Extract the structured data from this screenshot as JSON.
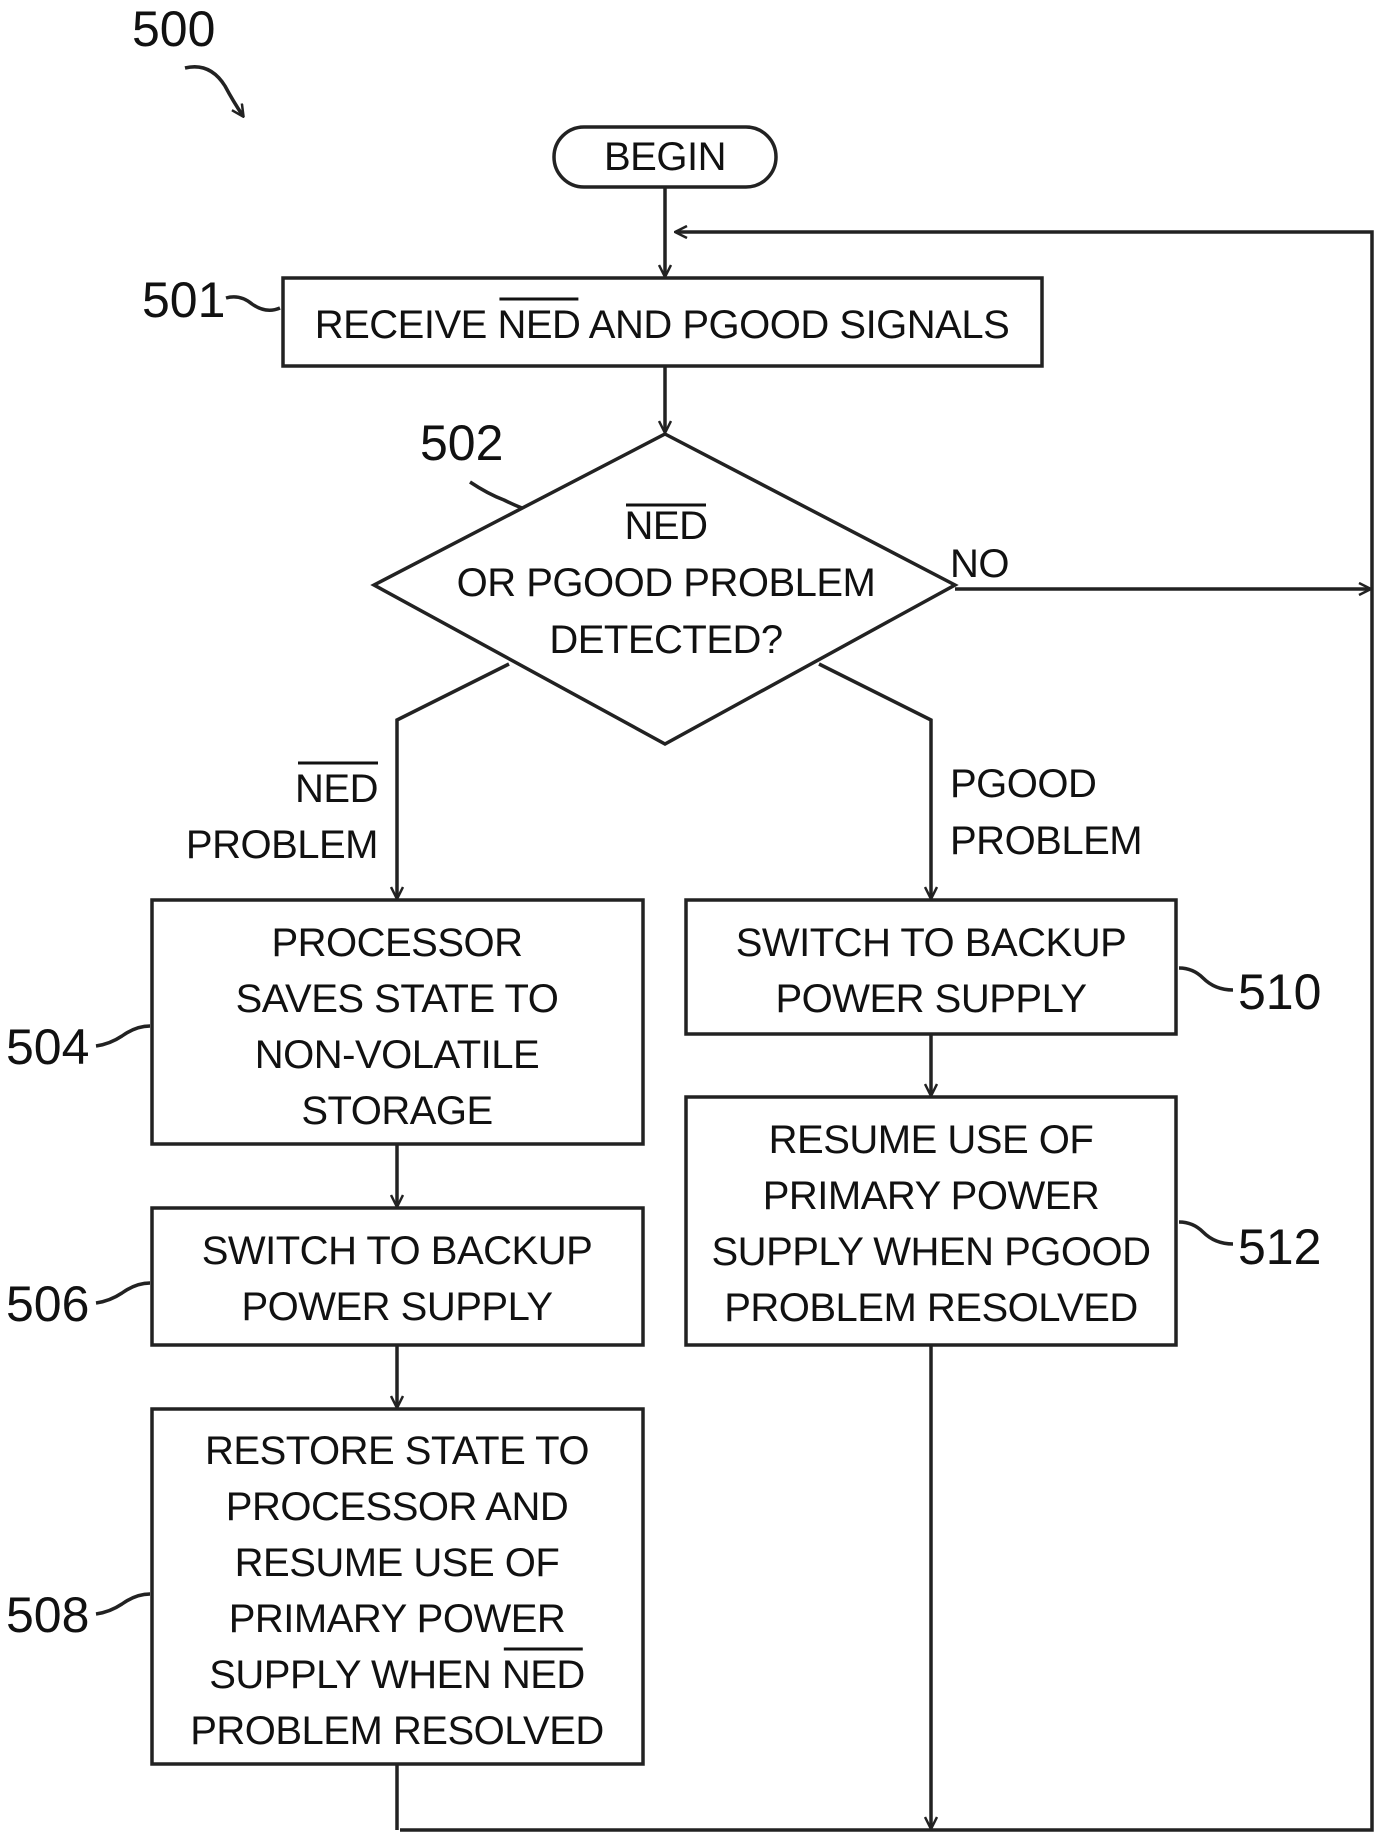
{
  "figure_number": "500",
  "begin": {
    "label": "BEGIN"
  },
  "step_501": {
    "ref": "501",
    "parts": [
      "RECEIVE ",
      "NED",
      " AND PGOOD SIGNALS"
    ]
  },
  "step_502": {
    "ref": "502",
    "line1": "NED",
    "line2": "OR PGOOD PROBLEM",
    "line3": "DETECTED?"
  },
  "branch_no": "NO",
  "branch_ned": {
    "line1": "NED",
    "line2": "PROBLEM"
  },
  "branch_pgood": {
    "line1": "PGOOD",
    "line2": "PROBLEM"
  },
  "step_504": {
    "ref": "504",
    "lines": [
      "PROCESSOR",
      "SAVES STATE TO",
      "NON-VOLATILE",
      "STORAGE"
    ]
  },
  "step_506": {
    "ref": "506",
    "lines": [
      "SWITCH TO BACKUP",
      "POWER SUPPLY"
    ]
  },
  "step_508": {
    "ref": "508",
    "lines": [
      "RESTORE STATE TO",
      "PROCESSOR AND",
      "RESUME USE OF",
      "PRIMARY POWER"
    ],
    "line5_prefix": "SUPPLY WHEN ",
    "line5_overline": "NED",
    "line6": "PROBLEM RESOLVED"
  },
  "step_510": {
    "ref": "510",
    "lines": [
      "SWITCH TO BACKUP",
      "POWER SUPPLY"
    ]
  },
  "step_512": {
    "ref": "512",
    "lines": [
      "RESUME USE OF",
      "PRIMARY POWER",
      "SUPPLY WHEN PGOOD",
      "PROBLEM RESOLVED"
    ]
  }
}
